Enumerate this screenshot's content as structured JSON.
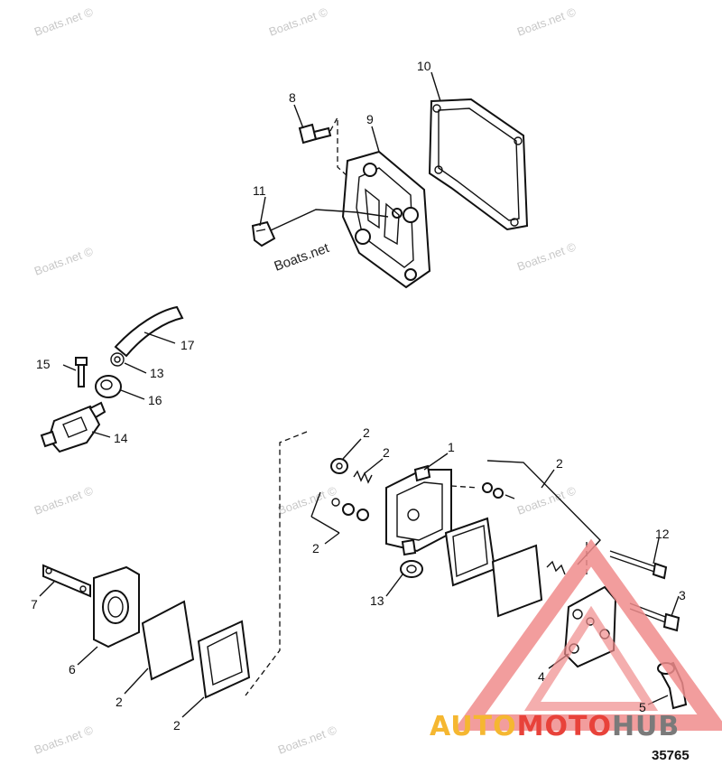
{
  "watermark": {
    "text": "Boats.net ©",
    "inline_text": "Boats.net"
  },
  "brand": {
    "part1": "AUTO",
    "part2": "MOTO",
    "part3": "HUB",
    "color1": "#f5b731",
    "color2": "#e8423a",
    "color3": "#7a7a7a",
    "triangle_color": "#f08c8c"
  },
  "figure_number": "35765",
  "callouts": [
    {
      "id": "c10",
      "text": "10"
    },
    {
      "id": "c8",
      "text": "8"
    },
    {
      "id": "c9",
      "text": "9"
    },
    {
      "id": "c11",
      "text": "11"
    },
    {
      "id": "c17",
      "text": "17"
    },
    {
      "id": "c15",
      "text": "15"
    },
    {
      "id": "c13a",
      "text": "13"
    },
    {
      "id": "c16",
      "text": "16"
    },
    {
      "id": "c14",
      "text": "14"
    },
    {
      "id": "c2a",
      "text": "2"
    },
    {
      "id": "c2b",
      "text": "2"
    },
    {
      "id": "c1",
      "text": "1"
    },
    {
      "id": "c2c",
      "text": "2"
    },
    {
      "id": "c2d",
      "text": "2"
    },
    {
      "id": "c12",
      "text": "12"
    },
    {
      "id": "c3",
      "text": "3"
    },
    {
      "id": "c13b",
      "text": "13"
    },
    {
      "id": "c7",
      "text": "7"
    },
    {
      "id": "c6",
      "text": "6"
    },
    {
      "id": "c2e",
      "text": "2"
    },
    {
      "id": "c2f",
      "text": "2"
    },
    {
      "id": "c4",
      "text": "4"
    },
    {
      "id": "c5",
      "text": "5"
    }
  ]
}
